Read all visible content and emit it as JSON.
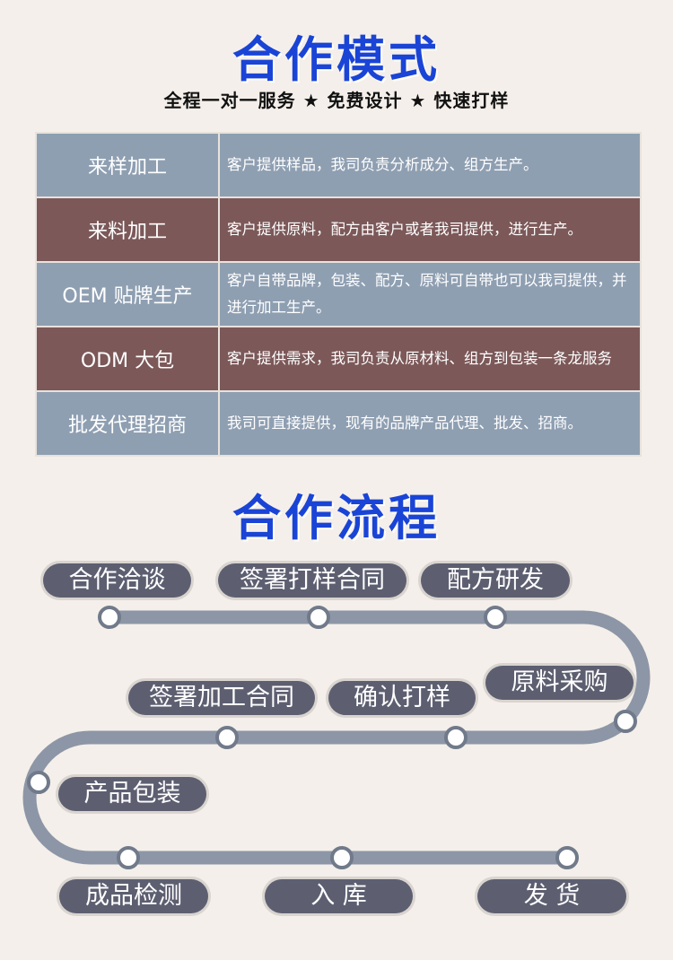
{
  "header": {
    "title": "合作模式",
    "subtitle": "全程一对一服务 ★ 免费设计 ★ 快速打样"
  },
  "modes": [
    {
      "name": "来样加工",
      "desc": "客户提供样品，我司负责分析成分、组方生产。"
    },
    {
      "name": "来料加工",
      "desc": "客户提供原料，配方由客户或者我司提供，进行生产。"
    },
    {
      "name": "OEM 贴牌生产",
      "desc": "客户自带品牌，包装、配方、原料可自带也可以我司提供，并进行加工生产。"
    },
    {
      "name": "ODM 大包",
      "desc": "客户提供需求，我司负责从原材料、组方到包装一条龙服务"
    },
    {
      "name": "批发代理招商",
      "desc": "我司可直接提供，现有的品牌产品代理、批发、招商。"
    }
  ],
  "process": {
    "title": "合作流程",
    "steps": [
      "合作洽谈",
      "签署打样合同",
      "配方研发",
      "原料采购",
      "确认打样",
      "签署加工合同",
      "产品包装",
      "成品检测",
      "入 库",
      "发 货"
    ]
  },
  "colors": {
    "title": "#1a44d6",
    "row_blue": "#8f9fb2",
    "row_brown": "#7c5859",
    "pill": "#5d5f71",
    "path": "#8d96a6"
  }
}
